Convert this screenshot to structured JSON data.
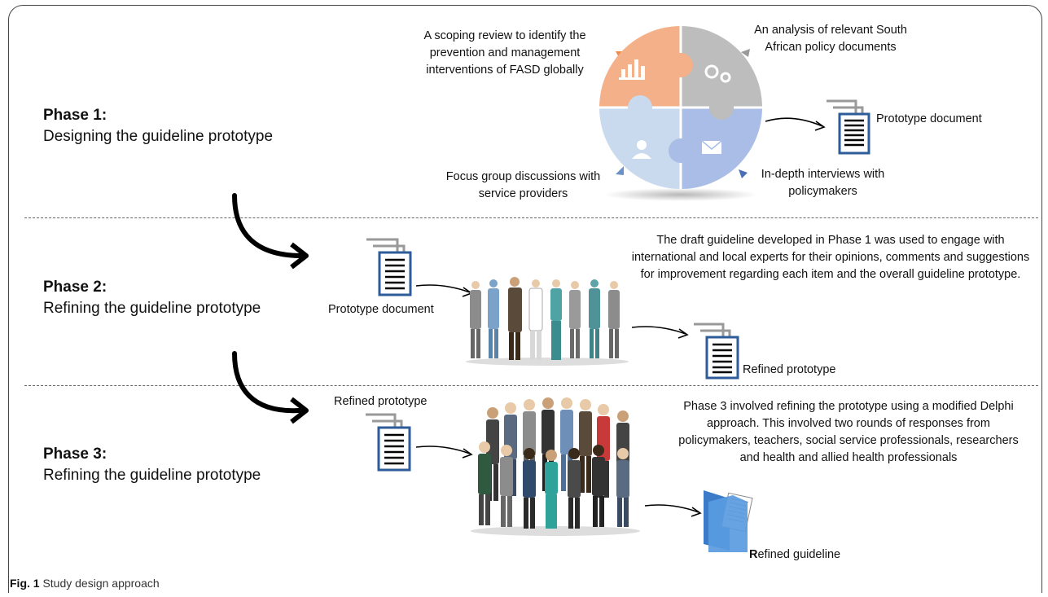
{
  "phase1": {
    "title": "Phase 1:",
    "subtitle": "Designing the guideline prototype",
    "puzzle_labels": {
      "top_left": "A scoping review to identify the prevention and management interventions of FASD globally",
      "top_right": "An analysis of relevant South African policy documents",
      "bottom_left": "Focus group discussions with service providers",
      "bottom_right": "In-depth interviews with policymakers"
    },
    "output_label": "Prototype document",
    "colors": {
      "tl": "#F4B088",
      "tr": "#BDBDBD",
      "bl": "#C9DAEE",
      "br": "#A9BDE6"
    }
  },
  "phase2": {
    "title": "Phase 2:",
    "subtitle": "Refining the guideline prototype",
    "input_label": "Prototype document",
    "output_label": "Refined prototype",
    "description": "The draft guideline developed in Phase 1 was used to engage with international and local experts for their opinions, comments and suggestions for improvement regarding each item and the overall guideline prototype."
  },
  "phase3": {
    "title": "Phase 3:",
    "subtitle": "Refining the guideline prototype",
    "input_label": "Refined prototype",
    "output_label_bold": "R",
    "output_label_rest": "efined guideline",
    "description": "Phase 3 involved refining the prototype using a modified Delphi approach. This involved two rounds of responses from policymakers, teachers, social service professionals, researchers and health and allied health professionals"
  },
  "caption": {
    "label": "Fig. 1",
    "text": " Study design approach"
  }
}
